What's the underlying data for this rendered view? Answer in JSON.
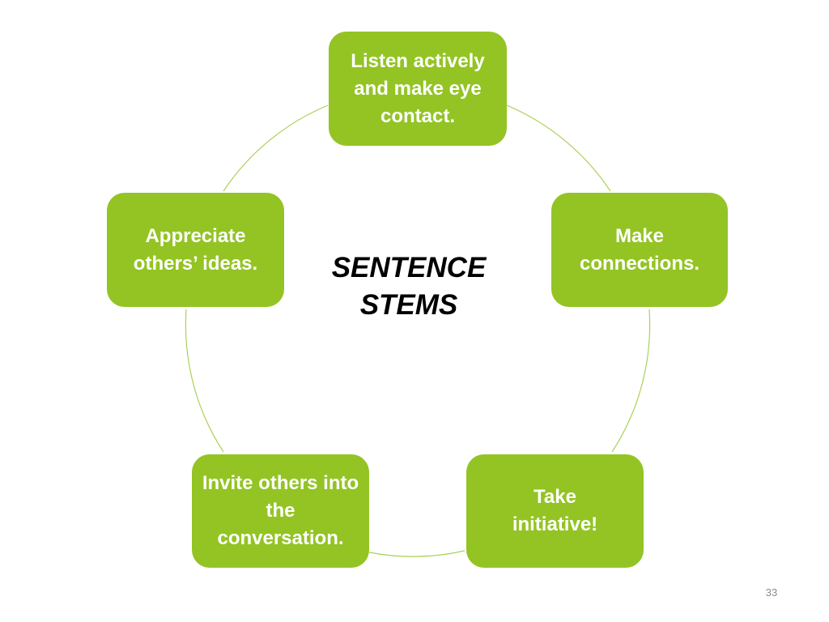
{
  "diagram": {
    "center_title": "SENTENCE\nSTEMS",
    "nodes": [
      {
        "id": "listen",
        "label": "Listen actively and make eye contact."
      },
      {
        "id": "connections",
        "label": "Make connections."
      },
      {
        "id": "initiative",
        "label": "Take initiative!"
      },
      {
        "id": "invite",
        "label": "Invite others into the conversation."
      },
      {
        "id": "appreciate",
        "label": "Appreciate others’ ideas."
      }
    ]
  },
  "slide_number": "33",
  "colors": {
    "node_fill": "#93c424",
    "ring_stroke": "#a9d157",
    "node_text": "#ffffff",
    "title_text": "#000000"
  }
}
